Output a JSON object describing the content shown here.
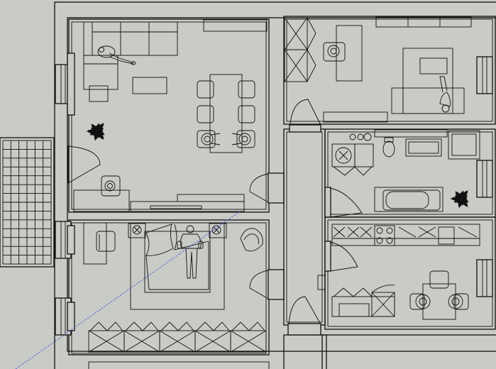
{
  "canvas": {
    "background": "#c9cbc6",
    "line_color": "#111111",
    "guide_color": "#3b3fd8"
  },
  "plan": {
    "rooms": [
      {
        "id": "living-room"
      },
      {
        "id": "bedroom"
      },
      {
        "id": "study"
      },
      {
        "id": "corridor"
      },
      {
        "id": "bathroom"
      },
      {
        "id": "kitchen"
      }
    ],
    "icons": [
      "person-figure-icon",
      "plant-icon",
      "chair-icon",
      "door-swing-icon",
      "window-icon"
    ]
  }
}
